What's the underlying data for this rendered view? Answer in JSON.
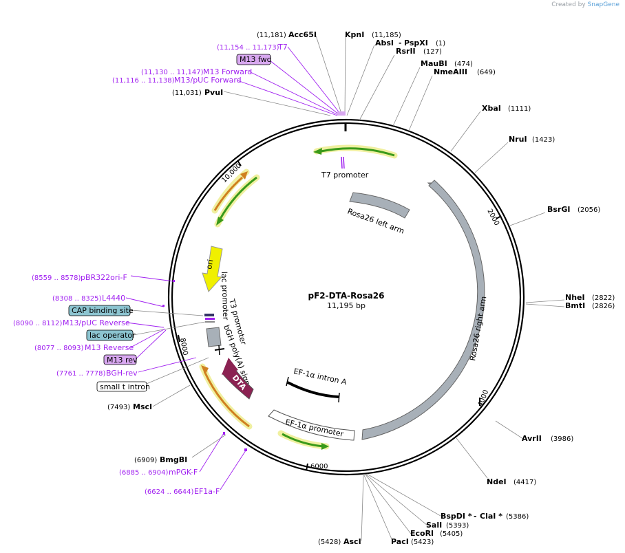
{
  "credit": {
    "prefix": "Created by",
    "brand": "SnapGene"
  },
  "plasmid": {
    "name": "pF2-DTA-Rosa26",
    "size_label": "11,195 bp"
  },
  "ticks": [
    "2000",
    "4000",
    "6000",
    "8000",
    "10,000"
  ],
  "enzymes": {
    "acc65i": {
      "name": "Acc65I",
      "pos": "(11,181)"
    },
    "kpni": {
      "name": "KpnI",
      "pos": "(11,185)"
    },
    "absi": {
      "name": "AbsI",
      "sep": "-",
      "name2": "PspXI",
      "pos": "(1)"
    },
    "rsrii": {
      "name": "RsrII",
      "pos": "(127)"
    },
    "maubi": {
      "name": "MauBI",
      "pos": "(474)"
    },
    "nmeaiii": {
      "name": "NmeAIII",
      "pos": "(649)"
    },
    "xbai": {
      "name": "XbaI",
      "pos": "(1111)"
    },
    "nrui": {
      "name": "NruI",
      "pos": "(1423)"
    },
    "bsrgi": {
      "name": "BsrGI",
      "pos": "(2056)"
    },
    "nhei": {
      "name": "NheI",
      "pos": "(2822)"
    },
    "bmti": {
      "name": "BmtI",
      "pos": "(2826)"
    },
    "avrii": {
      "name": "AvrII",
      "pos": "(3986)"
    },
    "ndei": {
      "name": "NdeI",
      "pos": "(4417)"
    },
    "bspdi": {
      "name": "BspDI *",
      "sep": "-",
      "name2": "ClaI *",
      "pos": "(5386)"
    },
    "sali": {
      "name": "SalI",
      "pos": "(5393)"
    },
    "ecori": {
      "name": "EcoRI",
      "pos": "(5405)"
    },
    "paci": {
      "name": "PacI",
      "pos": "(5423)"
    },
    "asci": {
      "name": "AscI",
      "pos": "(5428)"
    },
    "bmgbi": {
      "name": "BmgBI",
      "pos": "(6909)"
    },
    "msci": {
      "name": "MscI",
      "pos": "(7493)"
    },
    "pvui": {
      "name": "PvuI",
      "pos": "(11,031)"
    }
  },
  "primers": {
    "t7": {
      "name": "T7",
      "pos": "(11,154 .. 11,173)"
    },
    "m13fwd": {
      "name": "M13 fwd"
    },
    "m13forward": {
      "name": "M13 Forward",
      "pos": "(11,130 .. 11,147)"
    },
    "m13pucfwd": {
      "name": "M13/pUC Forward",
      "pos": "(11,116 .. 11,138)"
    },
    "pbr322": {
      "name": "pBR322ori-F",
      "pos": "(8559 .. 8578)"
    },
    "l4440": {
      "name": "L4440",
      "pos": "(8308 .. 8325)"
    },
    "m13pucrev": {
      "name": "M13/pUC Reverse",
      "pos": "(8090 .. 8112)"
    },
    "m13reverse": {
      "name": "M13 Reverse",
      "pos": "(8077 .. 8093)"
    },
    "m13rev": {
      "name": "M13 rev"
    },
    "bghrev": {
      "name": "BGH-rev",
      "pos": "(7761 .. 7778)"
    },
    "mpgkf": {
      "name": "mPGK-F",
      "pos": "(6885 .. 6904)"
    },
    "ef1af": {
      "name": "EF1a-F",
      "pos": "(6624 .. 6644)"
    }
  },
  "boxed_features": {
    "cap": "CAP binding site",
    "lacop": "lac operator",
    "smallt": "small t intron"
  },
  "features": {
    "t7promoter": "T7 promoter",
    "leftarm": "Rosa26 left arm",
    "rightarm": "Rosa26 right arm",
    "ori": "ori",
    "lacpromoter": "lac promoter",
    "t3promoter": "T3 promoter",
    "bgh": "bGH poly(A) signal",
    "dta": "DTA",
    "ef1intron": "EF-1α intron A",
    "ef1promoter": "EF-1α promoter"
  },
  "colors": {
    "enzyme": "#000000",
    "primer": "#a020f0",
    "primer_box_fill": "#d8a8f0",
    "feature_box_fill": "#8cc4d0",
    "rosa_arm": "#a8b0b8",
    "ori": "#f0f000",
    "dta": "#8b2252",
    "green_arrow": "#3a9a1a",
    "orange_arrow": "#d08020",
    "highlight": "#f0f0a0"
  }
}
